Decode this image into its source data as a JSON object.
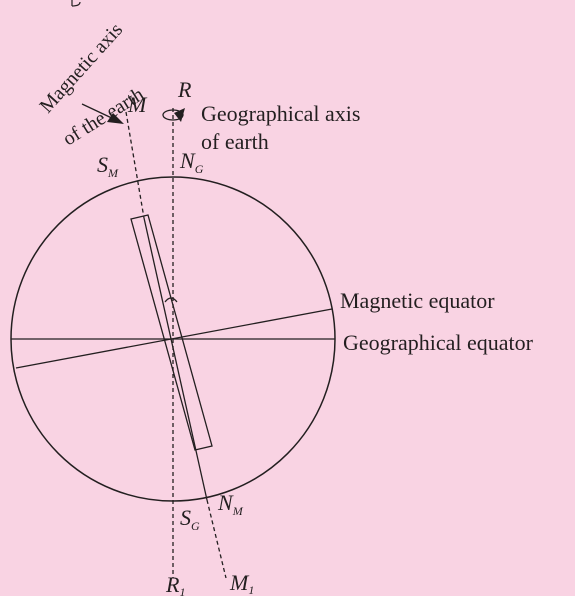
{
  "colors": {
    "background": "#f9d3e3",
    "ink": "#231f20"
  },
  "labels": {
    "magnetic_axis_line1": "Magnetic axis",
    "magnetic_axis_line2": "of the earth",
    "geo_axis_line1": "Geographical axis",
    "geo_axis_line2": "of earth",
    "magnetic_equator": "Magnetic equator",
    "geographical_equator": "Geographical equator",
    "M": "M",
    "R": "R",
    "M1": {
      "base": "M",
      "sub": "1"
    },
    "R1": {
      "base": "R",
      "sub": "1"
    },
    "SM": {
      "base": "S",
      "sub": "M"
    },
    "NG": {
      "base": "N",
      "sub": "G"
    },
    "SG": {
      "base": "S",
      "sub": "G"
    },
    "NM": {
      "base": "N",
      "sub": "M"
    }
  }
}
